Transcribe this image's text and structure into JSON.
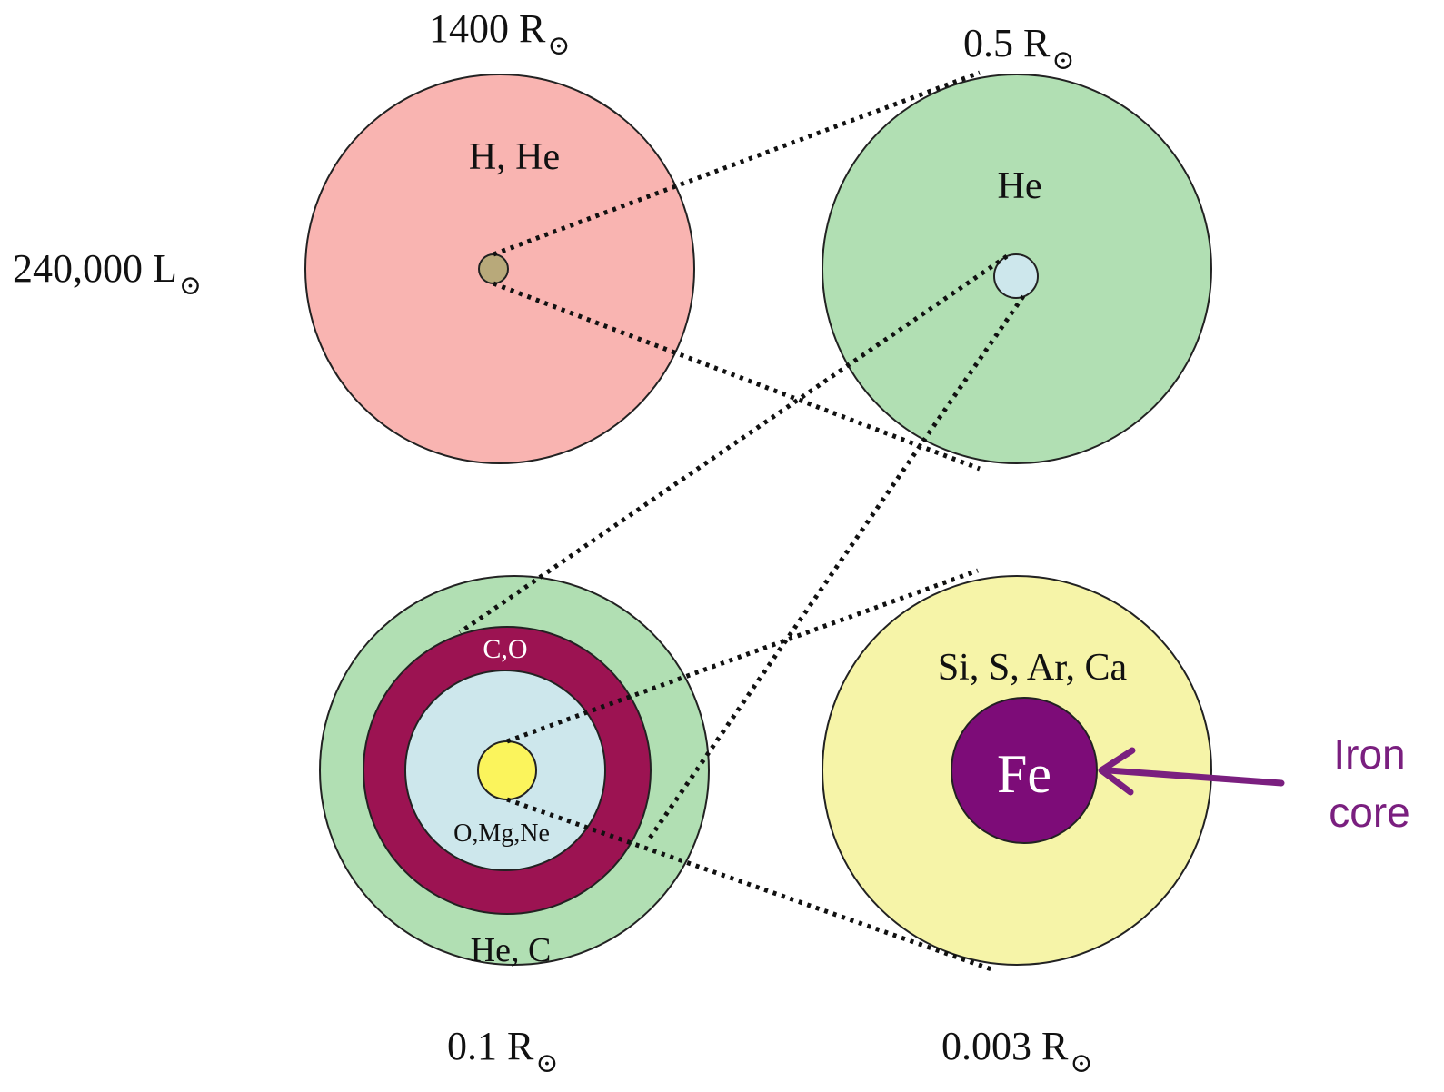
{
  "colors": {
    "hydrogen_envelope": "#f9b4b1",
    "helium_layer": "#b1dfb3",
    "helium_core": "#cde7ec",
    "h_core": "#b8a97a",
    "carbon_oxygen_shell": "#9c1352",
    "oxygen_neon_core": "#cde7ec",
    "inner_yellow_core": "#fbf45c",
    "silicon_layer": "#f6f4a8",
    "iron_core": "#7d0c78",
    "annotation": "#7a1f7f"
  },
  "stage1": {
    "radius_value": "1400 R",
    "radius_symbol": "⊙",
    "luminosity_value": "240,000 L",
    "luminosity_symbol": "⊙",
    "layer_label": "H, He"
  },
  "stage2": {
    "radius_value": "0.5 R",
    "radius_symbol": "⊙",
    "layer_label": "He"
  },
  "stage3": {
    "radius_value": "0.1 R",
    "radius_symbol": "⊙",
    "outer_label": "He, C",
    "shell_label": "C,O",
    "core_label": "O,Mg,Ne"
  },
  "stage4": {
    "radius_value": "0.003 R",
    "radius_symbol": "⊙",
    "layer_label": "Si, S, Ar, Ca",
    "core_label": "Fe"
  },
  "annotation": {
    "line1": "Iron",
    "line2": "core"
  },
  "icons": {
    "arrow": "arrow-left-icon"
  }
}
